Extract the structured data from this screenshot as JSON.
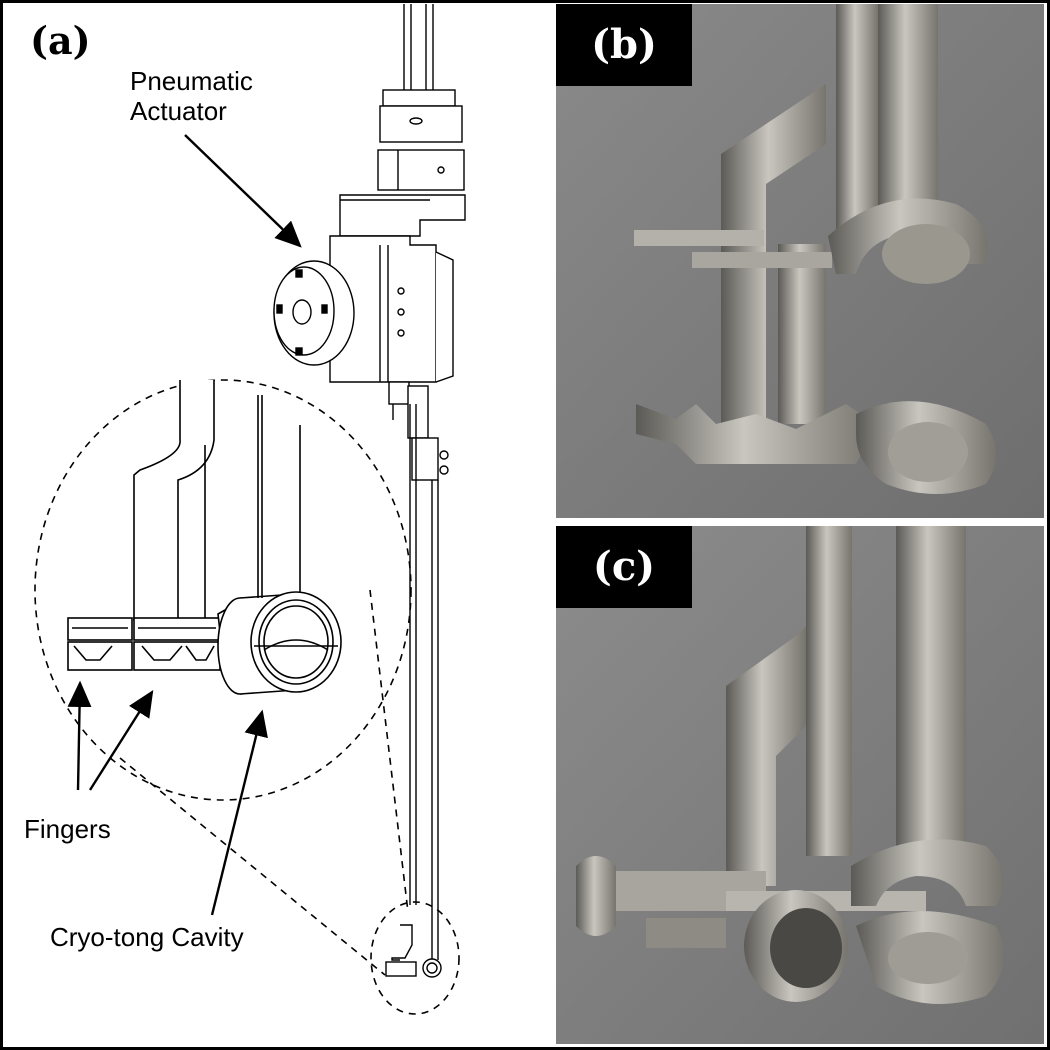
{
  "panel_a": {
    "label": "(a)",
    "callouts": {
      "actuator_line1": "Pneumatic",
      "actuator_line2": "Actuator",
      "fingers": "Fingers",
      "cavity": "Cryo-tong Cavity"
    }
  },
  "panel_b": {
    "label": "(b)"
  },
  "panel_c": {
    "label": "(c)"
  },
  "colors": {
    "border": "#000000",
    "photo_background": "#7a7a7a",
    "metal_light": "#c9c6bf",
    "metal_dark": "#5c5a56",
    "tag_background": "#000000",
    "tag_text": "#ffffff"
  }
}
